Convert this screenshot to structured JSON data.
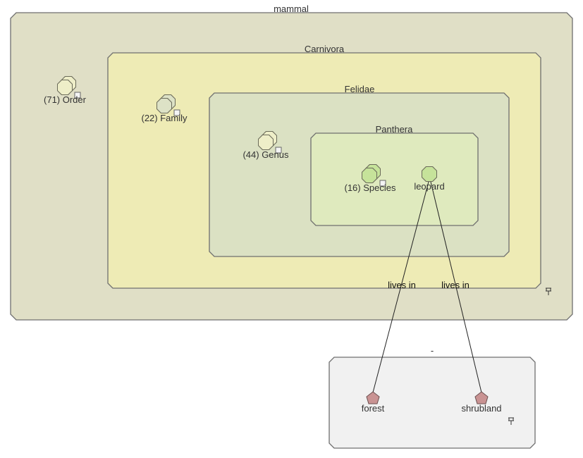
{
  "colors": {
    "mammal_fill": "#e0dfc6",
    "carnivora_fill": "#eeebb5",
    "felidae_fill": "#dbe1c3",
    "panthera_fill": "#dfeabe",
    "habitat_fill": "#f1f1f1",
    "box_stroke": "#6f6f6f",
    "group_node_light": "#eeeec8",
    "group_node_mid": "#dde2c6",
    "species_node": "#c6e39a",
    "leopard_node": "#c6e39a",
    "habitat_node": "#c99393"
  },
  "containers": {
    "mammal": {
      "label": "mammal"
    },
    "carnivora": {
      "label": "Carnivora"
    },
    "felidae": {
      "label": "Felidae"
    },
    "panthera": {
      "label": "Panthera"
    },
    "habitat": {
      "label": "-"
    }
  },
  "nodes": {
    "order": {
      "label": "(71) Order",
      "icon": "stacked-octagon-icon"
    },
    "family": {
      "label": "(22) Family",
      "icon": "stacked-octagon-icon"
    },
    "genus": {
      "label": "(44) Genus",
      "icon": "stacked-octagon-icon"
    },
    "species": {
      "label": "(16) Species",
      "icon": "stacked-octagon-icon"
    },
    "leopard": {
      "label": "leopard",
      "icon": "octagon-icon"
    },
    "forest": {
      "label": "forest",
      "icon": "pentagon-icon"
    },
    "shrubland": {
      "label": "shrubland",
      "icon": "pentagon-icon"
    }
  },
  "edges": {
    "to_forest": {
      "label": "lives in"
    },
    "to_shrubland": {
      "label": "lives in"
    }
  },
  "pins": {
    "mammal_pin": {
      "icon": "pin-icon",
      "glyph": "⌖"
    },
    "habitat_pin": {
      "icon": "pin-icon",
      "glyph": "⌖"
    }
  }
}
